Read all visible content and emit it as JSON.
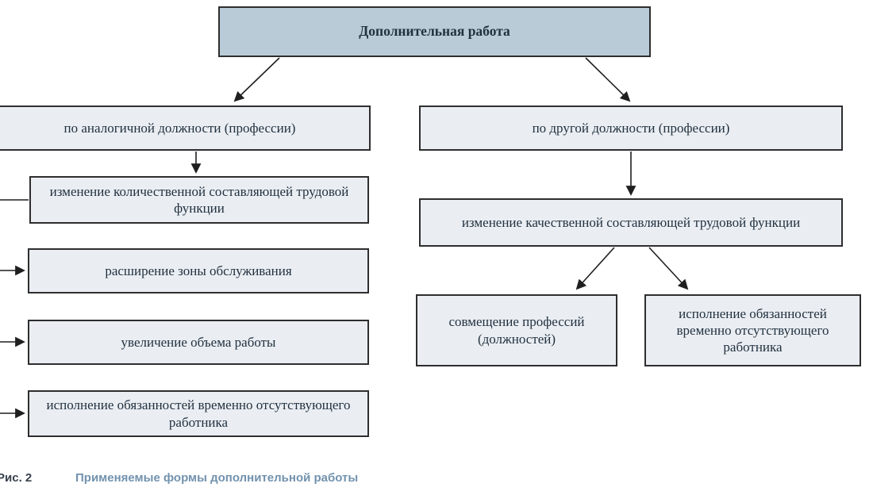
{
  "diagram": {
    "root": {
      "label": "Дополнительная работа"
    },
    "left_branch": {
      "header": "по аналогичной должности (профессии)",
      "children": [
        "изменение количественной составляющей трудовой функции",
        "расширение зоны обслуживания",
        "увеличение объема работы",
        "исполнение обязанностей временно отсутствующего работника"
      ]
    },
    "right_branch": {
      "header": "по другой должности (профессии)",
      "child": "изменение качественной составляющей трудовой функции",
      "leaves": [
        "совмещение профессий (должностей)",
        "исполнение обязанностей временно отсутствующего работника"
      ]
    },
    "caption": {
      "figure_label": "Рис. 2",
      "text": "Применяемые формы дополнительной работы"
    },
    "colors": {
      "root_fill": "#b9cbd7",
      "node_fill": "#eaeef3",
      "border": "#2e2e2e",
      "text": "#22313f",
      "caption_accent": "#7292ae"
    }
  }
}
